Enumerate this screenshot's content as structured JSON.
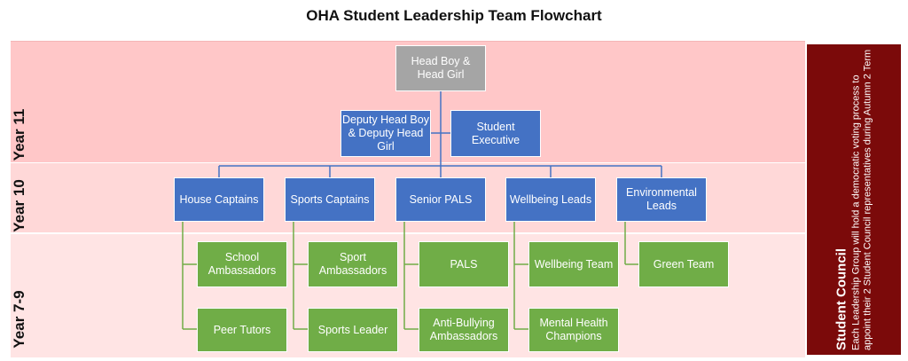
{
  "title": "OHA Student Leadership Team Flowchart",
  "years": {
    "y11": "Year 11",
    "y10": "Year 10",
    "y79": "Year 7-9"
  },
  "year11": {
    "head": "Head Boy & Head Girl",
    "deputy": "Deputy Head Boy & Deputy Head Girl",
    "executive": "Student Executive"
  },
  "year10": [
    "House Captains",
    "Sports Captains",
    "Senior PALS",
    "Wellbeing Leads",
    "Environmental Leads"
  ],
  "year79": {
    "school_ambassadors": "School Ambassadors",
    "peer_tutors": "Peer Tutors",
    "sport_ambassadors": "Sport Ambassadors",
    "sports_leader": "Sports Leader",
    "pals": "PALS",
    "anti_bullying": "Anti-Bullying Ambassadors",
    "wellbeing_team": "Wellbeing Team",
    "mental_health": "Mental Health Champions",
    "green_team": "Green Team"
  },
  "council": {
    "title": "Student Council",
    "text": "Each Leadership Group will hold a democratic voting process to appoint their 2 Student Council representatives during Autumn 2 Term"
  },
  "colors": {
    "blue": "#4472c4",
    "grey": "#a5a5a5",
    "green": "#70ad47",
    "council": "#7b0a0a",
    "band_year11": "#ffc7c8",
    "band_year10": "#ffd8d8",
    "band_year79": "#ffe4e4"
  }
}
